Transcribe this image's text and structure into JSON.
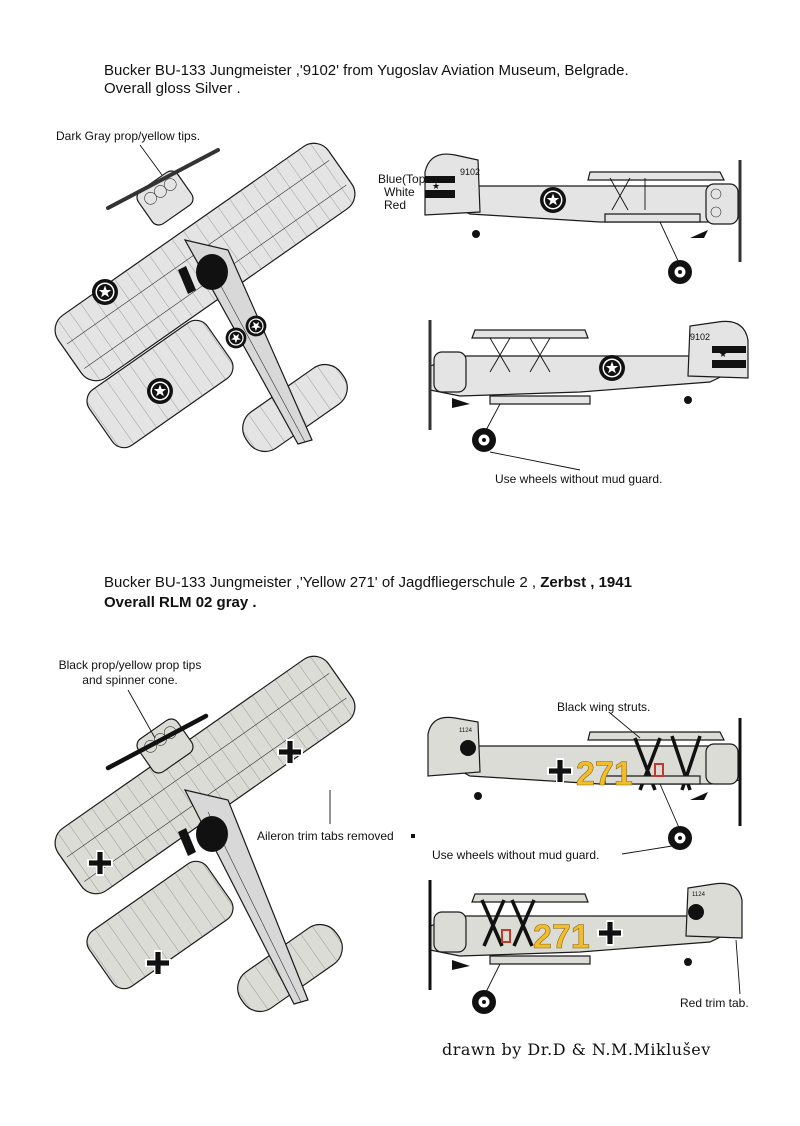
{
  "section1": {
    "title_line1": "Bucker BU-133 Jungmeister ,'9102' from Yugoslav Aviation Museum, Belgrade.",
    "title_line2": "Overall gloss Silver .",
    "note_prop": "Dark Gray prop/yellow tips.",
    "note_rudder_blue": "Blue(Top)",
    "note_rudder_white": "White",
    "note_rudder_red": "Red",
    "serial": "9102",
    "note_wheels": "Use wheels without mud guard."
  },
  "section2": {
    "title_line1_a": "Bucker BU-133 Jungmeister ,'Yellow 271' of Jagdfliegerschule 2 , ",
    "title_line1_b": "Zerbst , 1941",
    "title_line2": "Overall RLM 02 gray .",
    "note_prop_1": "Black prop/yellow prop tips",
    "note_prop_2": "and spinner cone.",
    "note_struts": "Black wing struts.",
    "note_trim": "Aileron trim tabs removed",
    "note_wheels": "Use wheels without mud guard.",
    "note_red_tab": "Red trim tab.",
    "fuselage_code": "271",
    "fin_code": "1124"
  },
  "credit": "drawn by Dr.D & N.M.Miklušev",
  "colors": {
    "silver": "#e4e4e4",
    "rlm02": "#dcdcd6",
    "yellow": "#f2bd2a",
    "red_tab": "#c0392b",
    "marking_black": "#111111"
  }
}
